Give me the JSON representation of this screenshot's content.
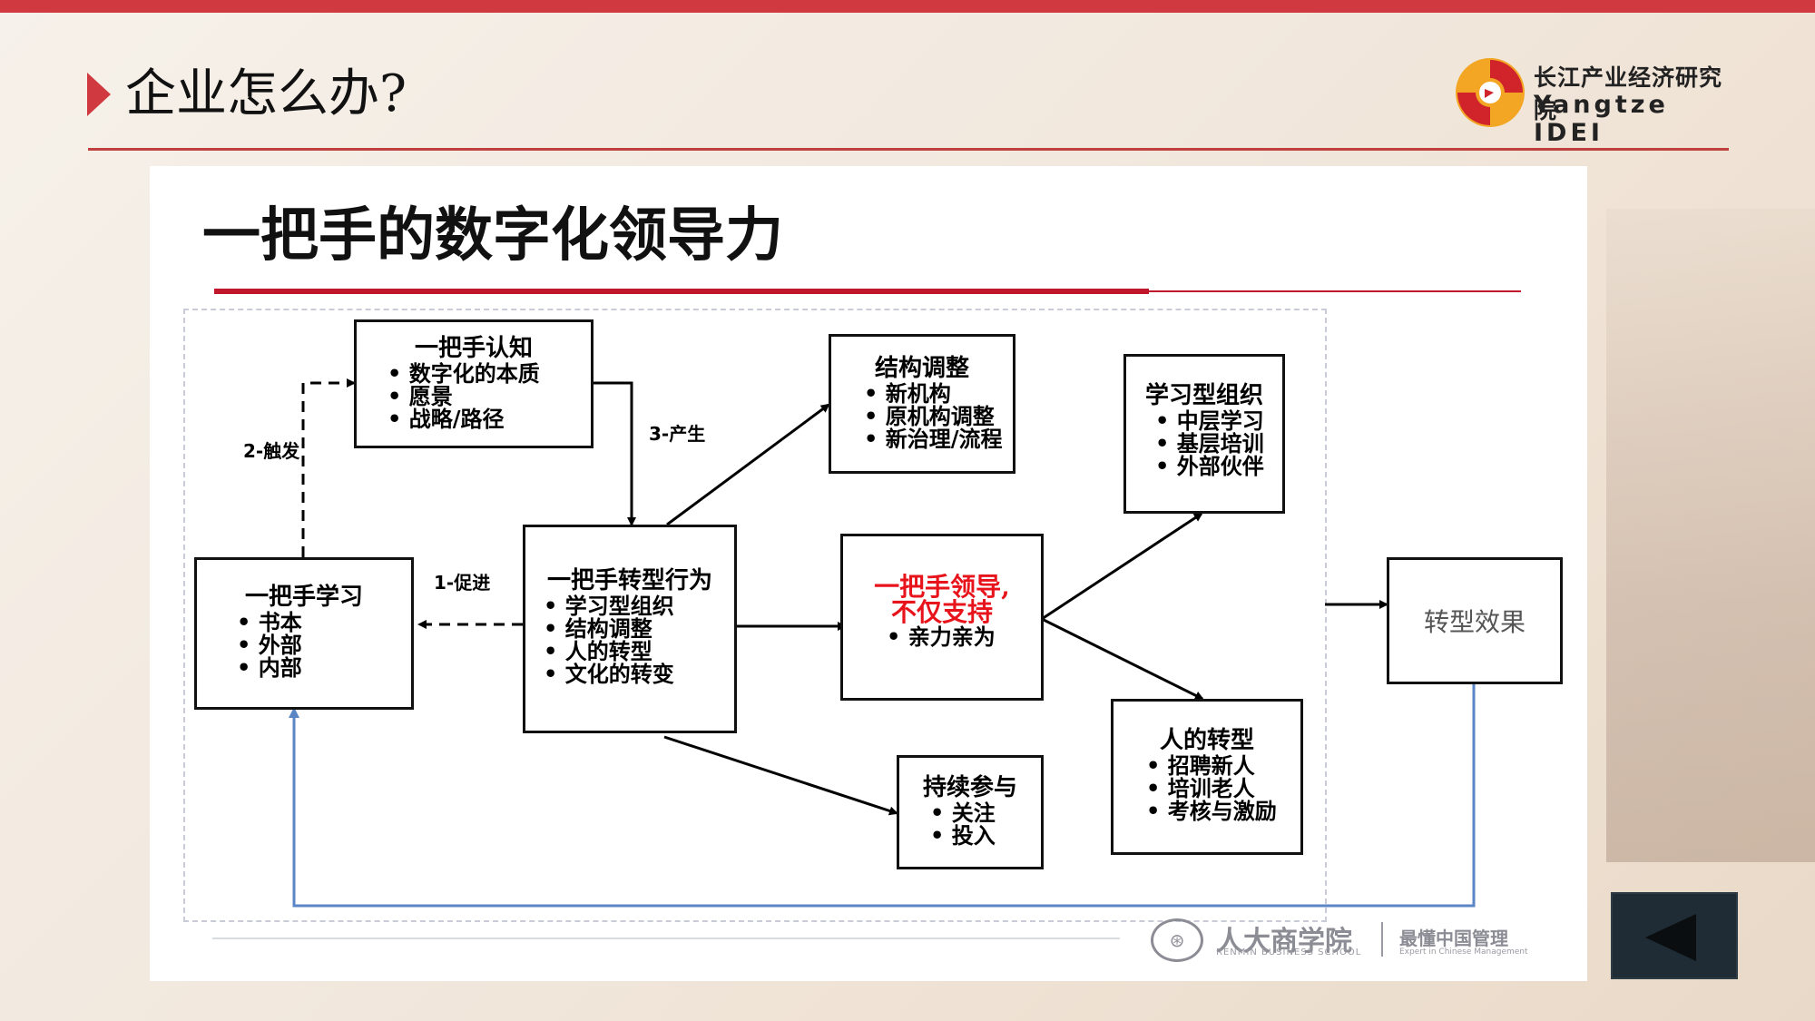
{
  "header": {
    "title": "企业怎么办?",
    "logo_cn": "长江产业经济研究院",
    "logo_en": "Yangtze IDEI"
  },
  "slide": {
    "title": "一把手的数字化领导力"
  },
  "diagram": {
    "boxes": {
      "cognition": {
        "title": "一把手认知",
        "items": [
          "数字化的本质",
          "愿景",
          "战略/路径"
        ]
      },
      "learning": {
        "title": "一把手学习",
        "items": [
          "书本",
          "外部",
          "内部"
        ]
      },
      "behavior": {
        "title": "一把手转型行为",
        "items": [
          "学习型组织",
          "结构调整",
          "人的转型",
          "文化的转变"
        ]
      },
      "structure": {
        "title": "结构调整",
        "items": [
          "新机构",
          "原机构调整",
          "新治理/流程"
        ]
      },
      "leadership": {
        "title_line1": "一把手领导,",
        "title_line2": "不仅支持",
        "items": [
          "亲力亲为"
        ]
      },
      "participation": {
        "title": "持续参与",
        "items": [
          "关注",
          "投入"
        ]
      },
      "learning_org": {
        "title": "学习型组织",
        "items": [
          "中层学习",
          "基层培训",
          "外部伙伴"
        ]
      },
      "people": {
        "title": "人的转型",
        "items": [
          "招聘新人",
          "培训老人",
          "考核与激励"
        ]
      },
      "effect": {
        "title": "转型效果"
      }
    },
    "edge_labels": {
      "promote": "1-促进",
      "trigger": "2-触发",
      "produce": "3-产生"
    },
    "colors": {
      "accent_red": "#d0393f",
      "highlight_red": "#e8141c",
      "feedback_blue": "#5b86c5"
    }
  },
  "footer": {
    "school_cn": "人大商学院",
    "school_en": "RENMIN BUSINESS SCHOOL",
    "slogan": "最懂中国管理",
    "slogan_en": "Expert in Chinese Management"
  },
  "nav": {
    "prev_icon": "triangle-left-icon"
  }
}
